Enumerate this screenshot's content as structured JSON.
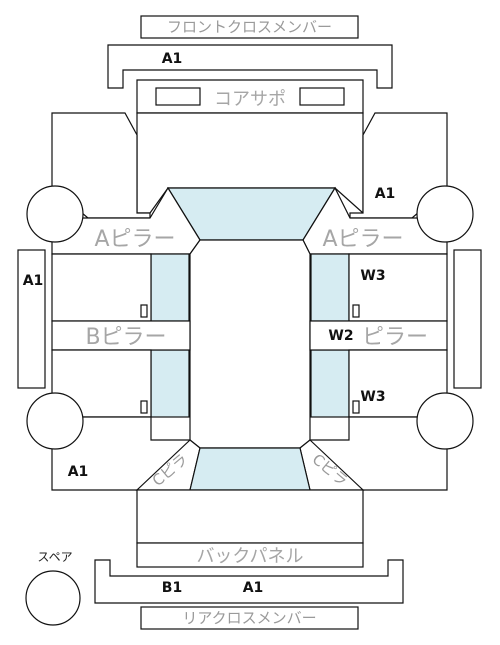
{
  "labels": {
    "front_cross_member": "フロントクロスメンバー",
    "core_support": "コアサポ",
    "a_pillar_left": "Aピラー",
    "a_pillar_right": "Aピラー",
    "b_pillar_left": "Bピラー",
    "b_pillar_right": "ピラー",
    "c_pillar_left": "Cピラ",
    "c_pillar_right": "Cピラ",
    "back_panel": "バックパネル",
    "rear_cross_member": "リアクロスメンバー",
    "spare": "スペア"
  },
  "grades": {
    "front_cross_member": "A1",
    "front_right_fender": "A1",
    "left_side": "A1",
    "right_front_door": "W3",
    "right_b_pillar": "W2",
    "right_rear_door": "W3",
    "left_rear_quarter": "A1",
    "rear_cross_member_b": "B1",
    "rear_cross_member_a": "A1"
  },
  "colors": {
    "glass": "#d6ecf2",
    "outline": "#111111",
    "label_grey": "#9a9a9a"
  }
}
